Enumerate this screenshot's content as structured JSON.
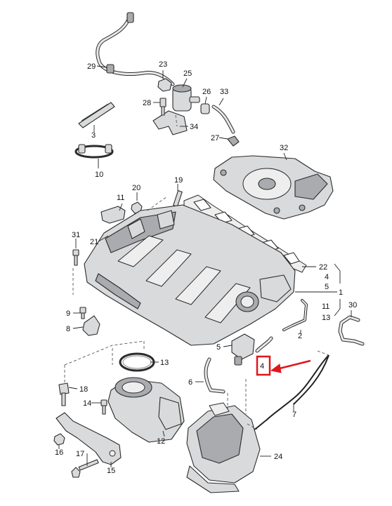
{
  "diagram": {
    "labels": {
      "l1": "1",
      "l2": "2",
      "l3": "3",
      "l4a": "4",
      "l4b": "4",
      "l5a": "5",
      "l5b": "5",
      "l6": "6",
      "l7": "7",
      "l8": "8",
      "l9": "9",
      "l10": "10",
      "l11a": "11",
      "l11b": "11",
      "l12": "12",
      "l13a": "13",
      "l13b": "13",
      "l14": "14",
      "l15": "15",
      "l16": "16",
      "l17": "17",
      "l18": "18",
      "l19": "19",
      "l20": "20",
      "l21": "21",
      "l22": "22",
      "l23": "23",
      "l24": "24",
      "l25": "25",
      "l26": "26",
      "l27": "27",
      "l28": "28",
      "l29": "29",
      "l30": "30",
      "l31": "31",
      "l32": "32",
      "l33": "33",
      "l34": "34"
    },
    "highlight": {
      "target_label": "4",
      "color": "#e0151b"
    }
  }
}
